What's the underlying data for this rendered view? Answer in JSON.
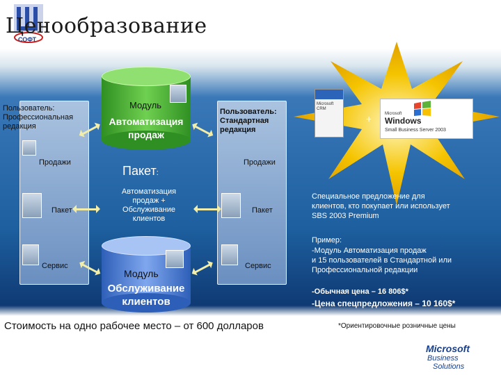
{
  "header": {
    "title": "Ценообразование",
    "logo_text": "СОФТ"
  },
  "left_panel": {
    "user_label": "Пользователь:\nПрофессиональная\nредакция",
    "sales_label": "Продажи",
    "bundle_label": "Пакет",
    "service_label": "Сервис"
  },
  "right_panel": {
    "user_label": "Пользователь:\nСтандартная\nредакция",
    "sales_label": "Продажи",
    "bundle_label": "Пакет",
    "service_label": "Сервис"
  },
  "top_cylinder": {
    "line1": "Модуль",
    "line2": "Автоматизация\nпродаж"
  },
  "bottom_cylinder": {
    "line1": "Модуль",
    "line2": "Обслуживание\nклиентов"
  },
  "bundle": {
    "title": "Пакет",
    "colon": ":",
    "desc": "Автоматизация\nпродаж +\nОбслуживание\nклиентов"
  },
  "products": {
    "plus": "+",
    "crm_box": "Microsoft CRM",
    "sbs_brand": "Microsoft",
    "sbs_name": "Windows",
    "sbs_sub": "Small Business Server 2003"
  },
  "offer": {
    "special": "Специальное предложение для\nклиентов, кто покупает или использует\nSBS 2003 Premium",
    "example_title": "Пример:",
    "example_body": "-Модуль Автоматизация продаж\nи 15 пользователей в Стандартной или\nПрофессиональной редакции",
    "regular_price": "-Обычная цена – 16 806$*",
    "special_price": "-Цена спецпредложения – 10 160$*"
  },
  "footer": {
    "cost_line": "Стоимость на одно рабочее место – от 600 долларов",
    "note": "*Ориентировочные розничные цены",
    "ms_line1": "Microsoft",
    "ms_line2": "Business",
    "ms_line3": "Solutions"
  },
  "colors": {
    "panel_top": "#aac3e0",
    "star": "#f5c400",
    "cyl_green": "#3fae2e",
    "cyl_blue": "#4f7fd0",
    "price_red": "#c00000"
  }
}
